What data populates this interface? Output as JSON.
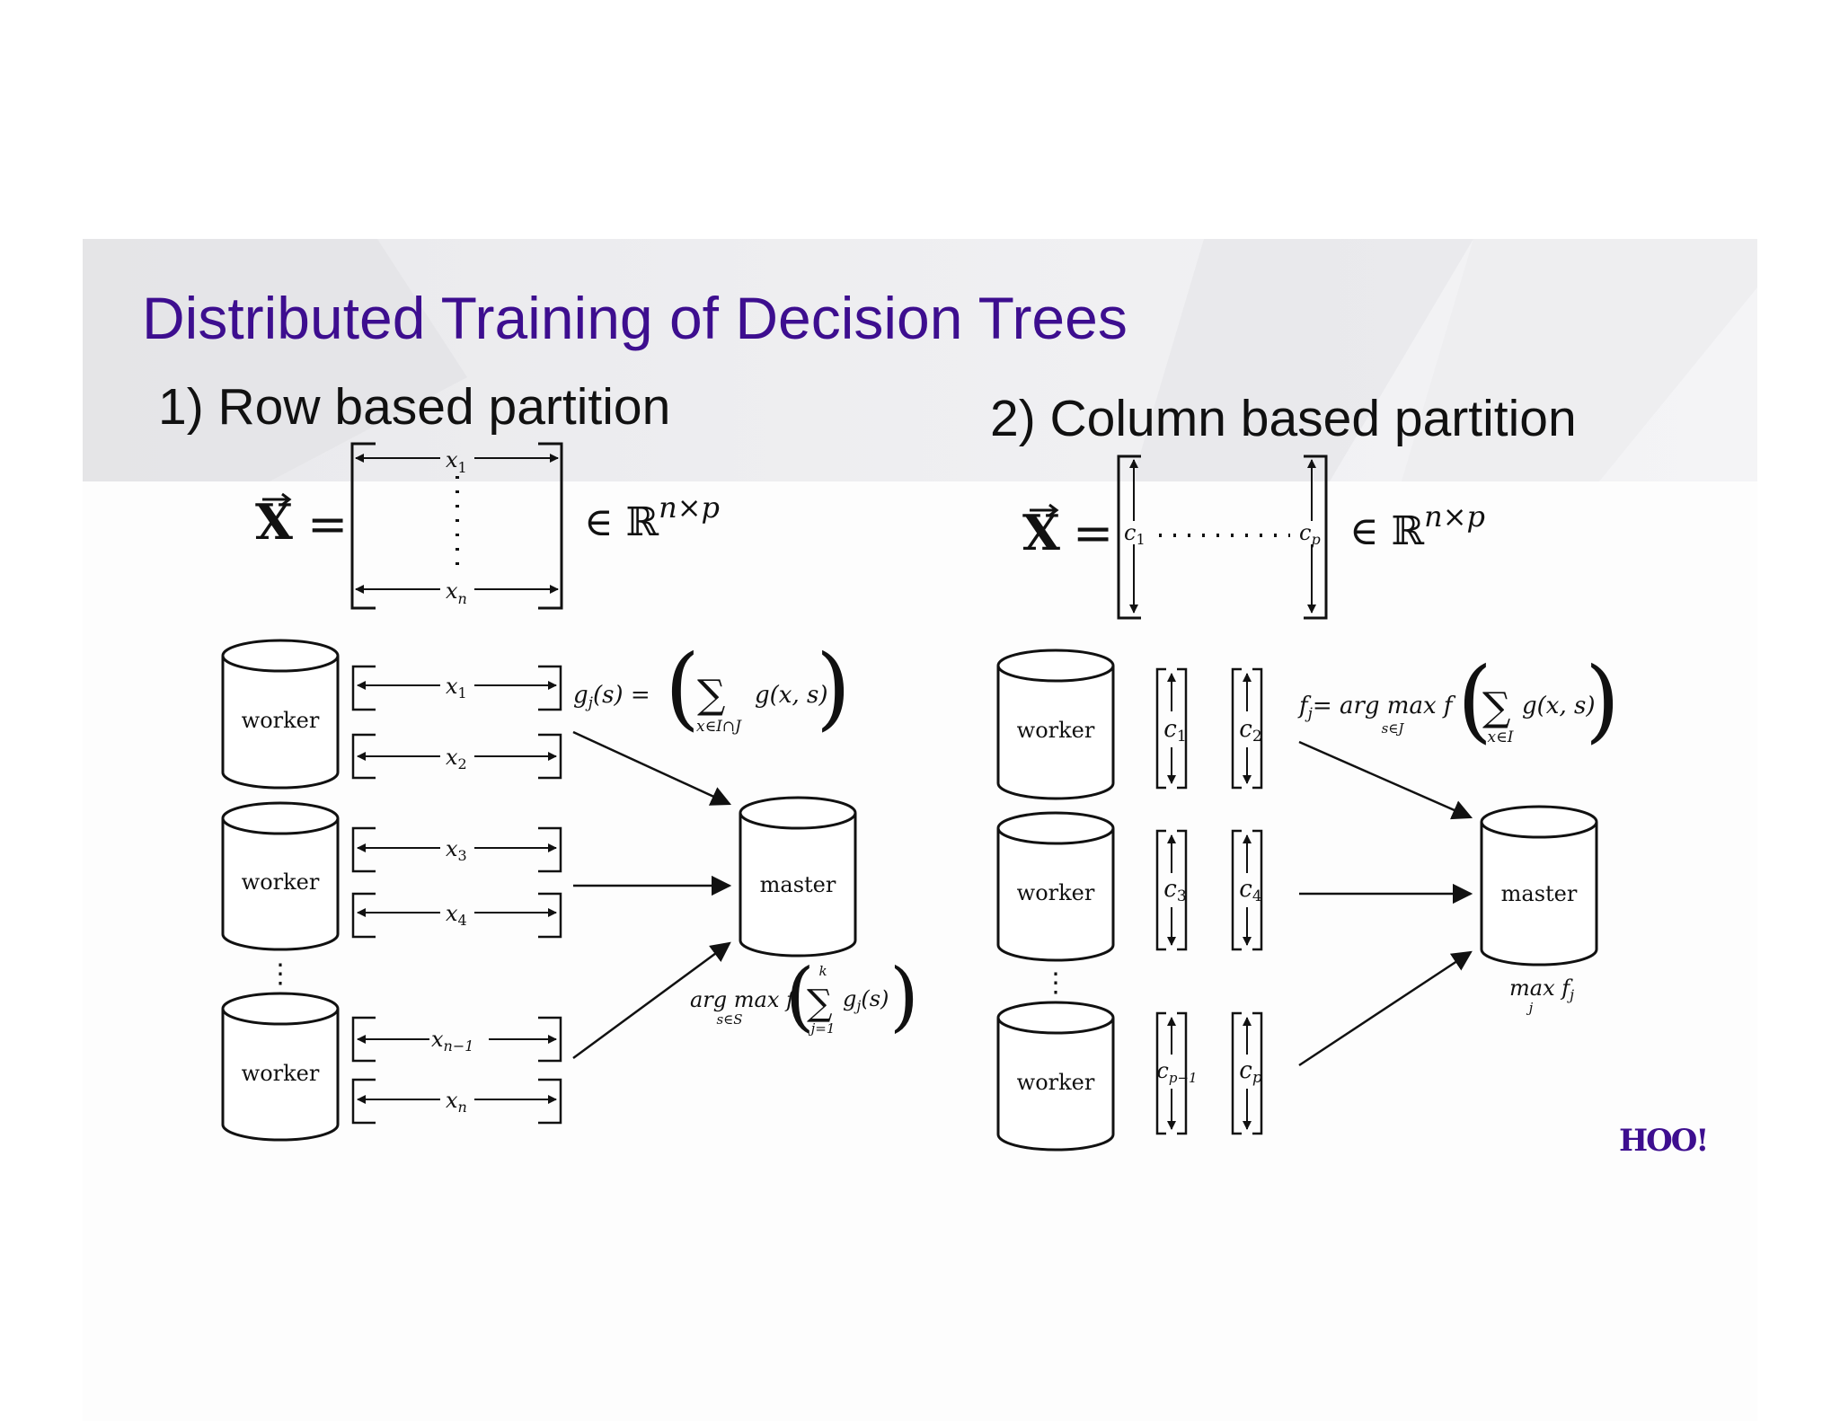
{
  "slide": {
    "title": "Distributed Training of Decision Trees",
    "brand_color": "#3d0e8f",
    "logo_text": "HOO!"
  },
  "row_partition": {
    "heading": "1) Row based partition",
    "matrix": {
      "lhs": "X",
      "equals": "=",
      "row_first": "x",
      "row_first_sub": "1",
      "row_last": "x",
      "row_last_sub": "n",
      "set_prefix": "∈ ℝ",
      "set_sup": "n×p"
    },
    "workers": [
      {
        "label": "worker",
        "rows": [
          {
            "v": "x",
            "s": "1"
          },
          {
            "v": "x",
            "s": "2"
          }
        ]
      },
      {
        "label": "worker",
        "rows": [
          {
            "v": "x",
            "s": "3"
          },
          {
            "v": "x",
            "s": "4"
          }
        ]
      },
      {
        "label": "worker",
        "rows": [
          {
            "v": "x",
            "s": "n−1"
          },
          {
            "v": "x",
            "s": "n"
          }
        ]
      }
    ],
    "vdots": "⋮",
    "master": "master",
    "formula_top": {
      "lhs": "g",
      "lhs_sub": "j",
      "lhs_rest": "(s) =",
      "sum": "∑",
      "sum_under": "x∈I∩J",
      "term": "g(x, s)"
    },
    "formula_bottom": {
      "op": "arg max f",
      "op_under": "s∈S",
      "sum": "∑",
      "sum_over": "k",
      "sum_under": "j=1",
      "term": "g",
      "term_sub": "j",
      "term_rest": "(s)"
    }
  },
  "column_partition": {
    "heading": "2) Column based partition",
    "matrix": {
      "lhs": "X",
      "equals": "=",
      "col_first": "c",
      "col_first_sub": "1",
      "col_last": "c",
      "col_last_sub": "p",
      "set_prefix": "∈ ℝ",
      "set_sup": "n×p"
    },
    "workers": [
      {
        "label": "worker",
        "cols": [
          {
            "v": "c",
            "s": "1"
          },
          {
            "v": "c",
            "s": "2"
          }
        ]
      },
      {
        "label": "worker",
        "cols": [
          {
            "v": "c",
            "s": "3"
          },
          {
            "v": "c",
            "s": "4"
          }
        ]
      },
      {
        "label": "worker",
        "cols": [
          {
            "v": "c",
            "s": "p−1"
          },
          {
            "v": "c",
            "s": "p"
          }
        ]
      }
    ],
    "vdots": "⋮",
    "master": "master",
    "formula_top": {
      "lhs": "f",
      "lhs_sub": "j",
      "lhs_rest": "= arg max f",
      "op_under": "s∈J",
      "sum": "∑",
      "sum_under": "x∈I",
      "term": "g(x, s)"
    },
    "formula_bottom": {
      "op": "max f",
      "op_sub": "j",
      "op_under": "j"
    }
  }
}
